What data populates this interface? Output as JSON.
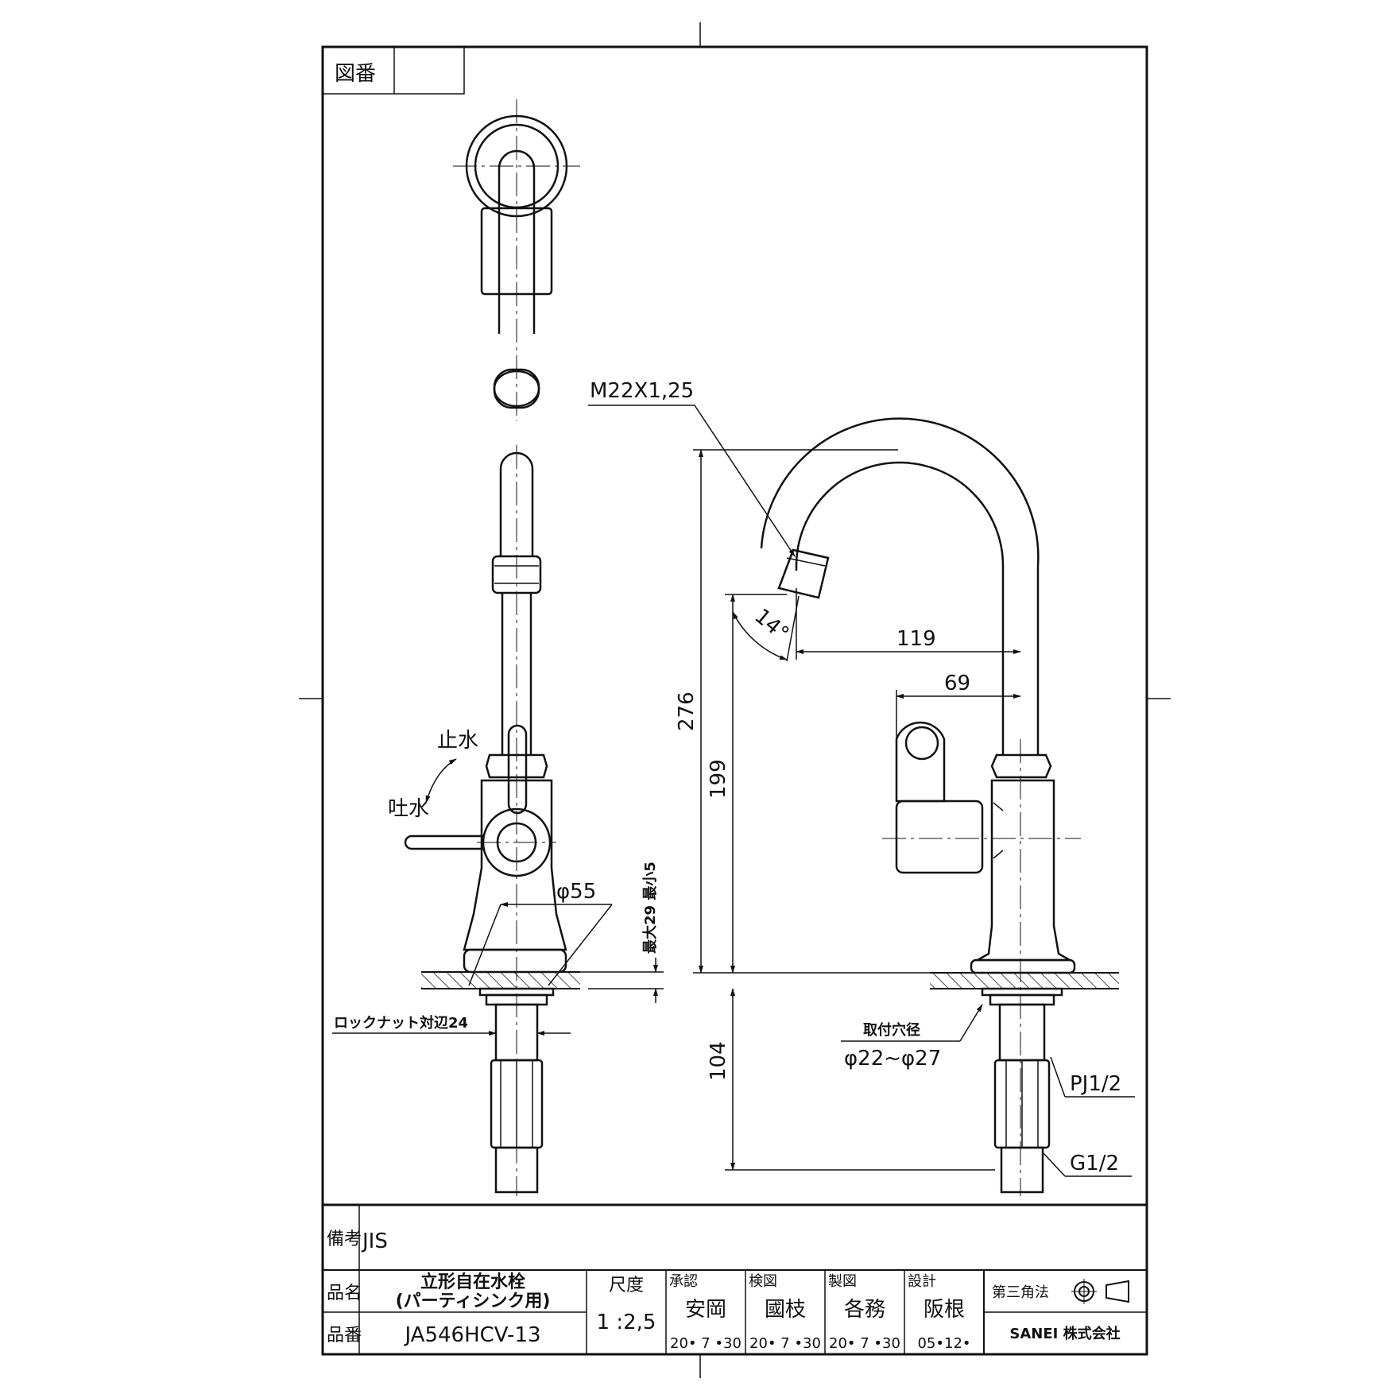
{
  "title_block": {
    "drawing_no_label": "図番",
    "drawing_no_value": "",
    "remarks_label": "備考",
    "remarks_value": "JIS",
    "product_name_label": "品名",
    "product_name_line1": "立形自在水栓",
    "product_name_line2": "(パーティシンク用)",
    "product_no_label": "品番",
    "product_no_value": "JA546HCV-13",
    "scale_label": "尺度",
    "scale_value": "1 :2,5",
    "approval_label": "承認",
    "approval_name": "安岡",
    "approval_date": "20• 7 •30",
    "check_label": "検図",
    "check_name": "國枝",
    "check_date": "20• 7 •30",
    "draft_label": "製図",
    "draft_name": "各務",
    "draft_date": "20• 7 •30",
    "design_label": "設計",
    "design_name": "阪根",
    "design_date": "05•12•",
    "projection_label": "第三角法",
    "company": "SANEI 株式会社"
  },
  "annotations": {
    "thread_spout": "M22X1,25",
    "angle": "14°",
    "dim_119": "119",
    "dim_69": "69",
    "dim_276": "276",
    "dim_199": "199",
    "dim_104": "104",
    "stop_water": "止水",
    "discharge_water": "吐水",
    "diameter_base": "φ55",
    "counter_thickness": "最大29 最小5",
    "locknut": "ロックナット対辺24",
    "mount_hole_label": "取付穴径",
    "mount_hole_value": "φ22~φ27",
    "pj": "PJ1/2",
    "g": "G1/2"
  }
}
